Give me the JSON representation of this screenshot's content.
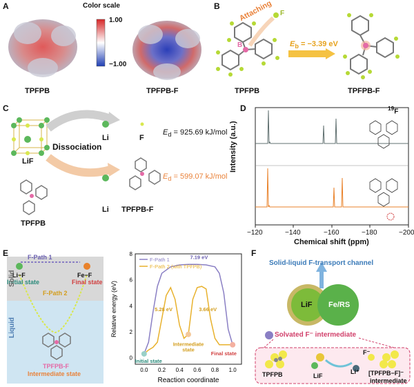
{
  "panel_a": {
    "label": "A",
    "colorscale_title": "Color scale",
    "max_label": "1.00",
    "min_label": "−1.00",
    "mol1_caption": "TPFPB",
    "mol2_caption": "TPFPB-F"
  },
  "panel_b": {
    "label": "B",
    "attaching": "Attaching",
    "atom_f": "F",
    "atom_b": "B",
    "eb_label": "E",
    "eb_sub": "b",
    "eb_value": " = −3.39 eV",
    "left_caption": "TPFPB",
    "right_caption": "TPFPB-F"
  },
  "panel_c": {
    "label": "C",
    "dissociation": "Dissociation",
    "lif": "LiF",
    "li_top": "Li",
    "f_top": "F",
    "ed1_e": "E",
    "ed1_sub": "d",
    "ed1_val": " = 925.69 kJ/mol",
    "li_bottom": "Li",
    "tpfpbf_bottom": "TPFPB-F",
    "ed2_e": "E",
    "ed2_sub": "d",
    "ed2_val": " = 599.07 kJ/mol",
    "tpfpb_bottom": "TPFPB"
  },
  "panel_d": {
    "label": "D",
    "nucleus_sup": "19",
    "nucleus": "F",
    "ylabel": "Intensity (a.u.)",
    "xlabel": "Chemical shift (ppm)",
    "ticks": [
      "−120",
      "−140",
      "−160",
      "−180",
      "−200"
    ]
  },
  "panel_e": {
    "label": "E",
    "fpath1": "F-Path 1",
    "lif_state": "Li−F",
    "fef_state": "Fe−F",
    "initial": "Initial state",
    "final": "Final state",
    "fpath2": "F-Path 2",
    "solid": "Solid",
    "liquid": "Liquid",
    "tpfpbf": "TPFPB-F",
    "intermediate": "Intermediate state"
  },
  "chart_data": {
    "type": "line",
    "xlabel": "Reaction coordinate",
    "ylabel": "Relative energy (eV)",
    "xlim": [
      -0.1,
      1.1
    ],
    "ylim": [
      -0.5,
      8
    ],
    "xticks": [
      "0.0",
      "0.2",
      "0.4",
      "0.6",
      "0.8",
      "1.0"
    ],
    "yticks": [
      "0",
      "2",
      "4",
      "6",
      "8"
    ],
    "legend_position": "top-left",
    "series": [
      {
        "name": "F-Path 1",
        "color": "#8a7fc4",
        "x": [
          0.0,
          0.05,
          0.1,
          0.15,
          0.2,
          0.3,
          0.4,
          0.5,
          0.6,
          0.7,
          0.8,
          0.85,
          0.9,
          0.95,
          1.0
        ],
        "y": [
          0.3,
          1.2,
          3.5,
          5.5,
          6.5,
          7.0,
          7.15,
          7.19,
          7.19,
          7.15,
          7.0,
          6.5,
          5.0,
          2.2,
          1.0
        ]
      },
      {
        "name": "F-Path 2 (with TPFPB)",
        "color": "#e8b12c",
        "x": [
          0.0,
          0.05,
          0.1,
          0.15,
          0.2,
          0.25,
          0.3,
          0.35,
          0.4,
          0.45,
          0.5,
          0.55,
          0.6,
          0.65,
          0.7,
          0.75,
          0.8,
          0.85,
          0.9,
          0.95,
          1.0
        ],
        "y": [
          0.3,
          0.6,
          0.8,
          1.2,
          3.0,
          4.8,
          5.4,
          4.5,
          2.5,
          1.5,
          1.8,
          4.5,
          5.4,
          5.5,
          5.3,
          3.0,
          1.5,
          1.0,
          1.0,
          1.0,
          1.0
        ]
      }
    ],
    "annotations": [
      "7.19 eV",
      "5.28 eV",
      "3.66 eV",
      "Intermediate\nstate",
      "Final state",
      "Initial state"
    ]
  },
  "panel_f": {
    "label": "F",
    "title": "Solid-liquid F-transport channel",
    "lif": "LiF",
    "fers": "Fe/RS",
    "solvated": "Solvated F⁻ intermediate",
    "tpfpb": "TPFPB",
    "lif_small": "LiF",
    "li_plus": "Li⁺",
    "f_minus": "F⁻",
    "complex": "[TPFPB−F]⁻",
    "complex2": "intermediate"
  }
}
